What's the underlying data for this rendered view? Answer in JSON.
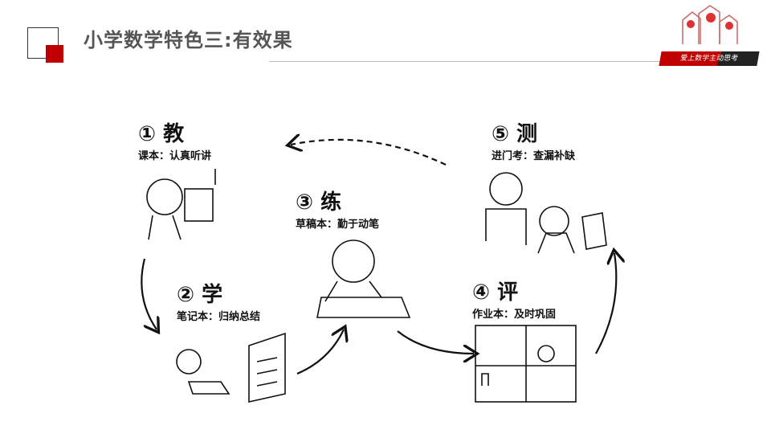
{
  "header": {
    "title": "小学数学特色三:有效果",
    "banner": "爱上数学主动思考"
  },
  "steps": [
    {
      "head": "① 教",
      "sub": "课本：认真听讲"
    },
    {
      "head": "② 学",
      "sub": "笔记本：归纳总结"
    },
    {
      "head": "③ 练",
      "sub": "草稿本：勤于动笔"
    },
    {
      "head": "④ 评",
      "sub": "作业本：及时巩固"
    },
    {
      "head": "⑤ 测",
      "sub": "进门考：查漏补缺"
    }
  ],
  "colors": {
    "accent": "#c00000"
  }
}
